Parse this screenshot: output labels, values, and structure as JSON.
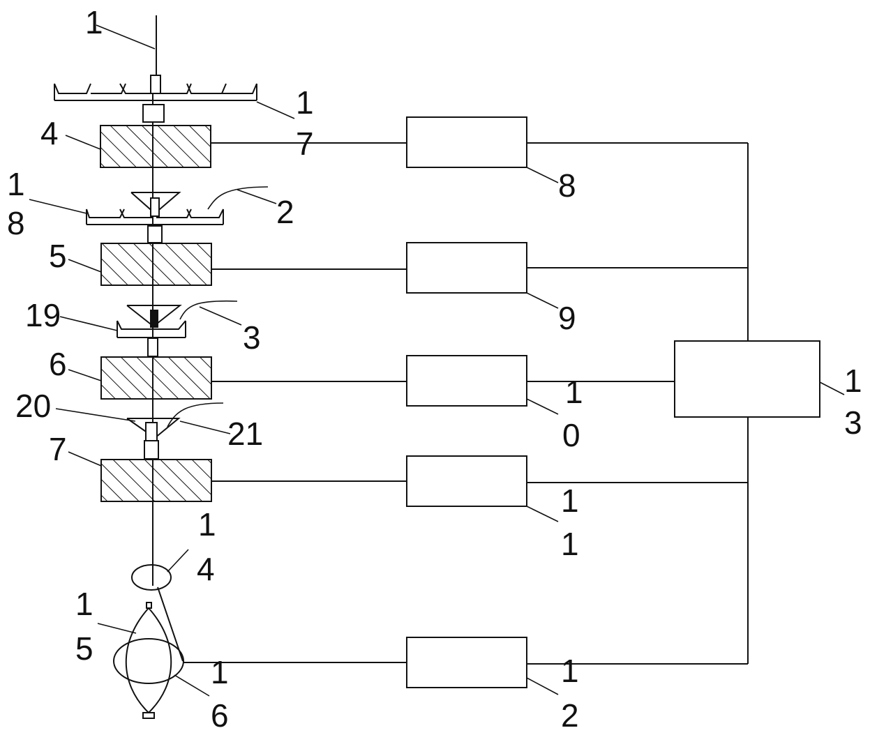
{
  "colors": {
    "stroke": "#111111",
    "background": "#ffffff"
  },
  "labels": {
    "l1_top": "1",
    "l1_right": "1",
    "l7": "7",
    "l4": "4",
    "l8_box": "8",
    "l1_left18": "1",
    "l8_left18": "8",
    "l2": "2",
    "l5": "5",
    "l9": "9",
    "l19": "19",
    "l3": "3",
    "l6": "6",
    "l1_box10": "1",
    "l0_box10": "0",
    "l1_box13": "1",
    "l3_box13": "3",
    "l20": "20",
    "l21": "21",
    "l7_left": "7",
    "l1_box11a": "1",
    "l1_box11b": "1",
    "l1_14": "1",
    "l4_14": "4",
    "l1_15": "1",
    "l5_15": "5",
    "l1_16": "1",
    "l6_16": "6",
    "l1_box12": "1",
    "l2_box12": "2"
  }
}
